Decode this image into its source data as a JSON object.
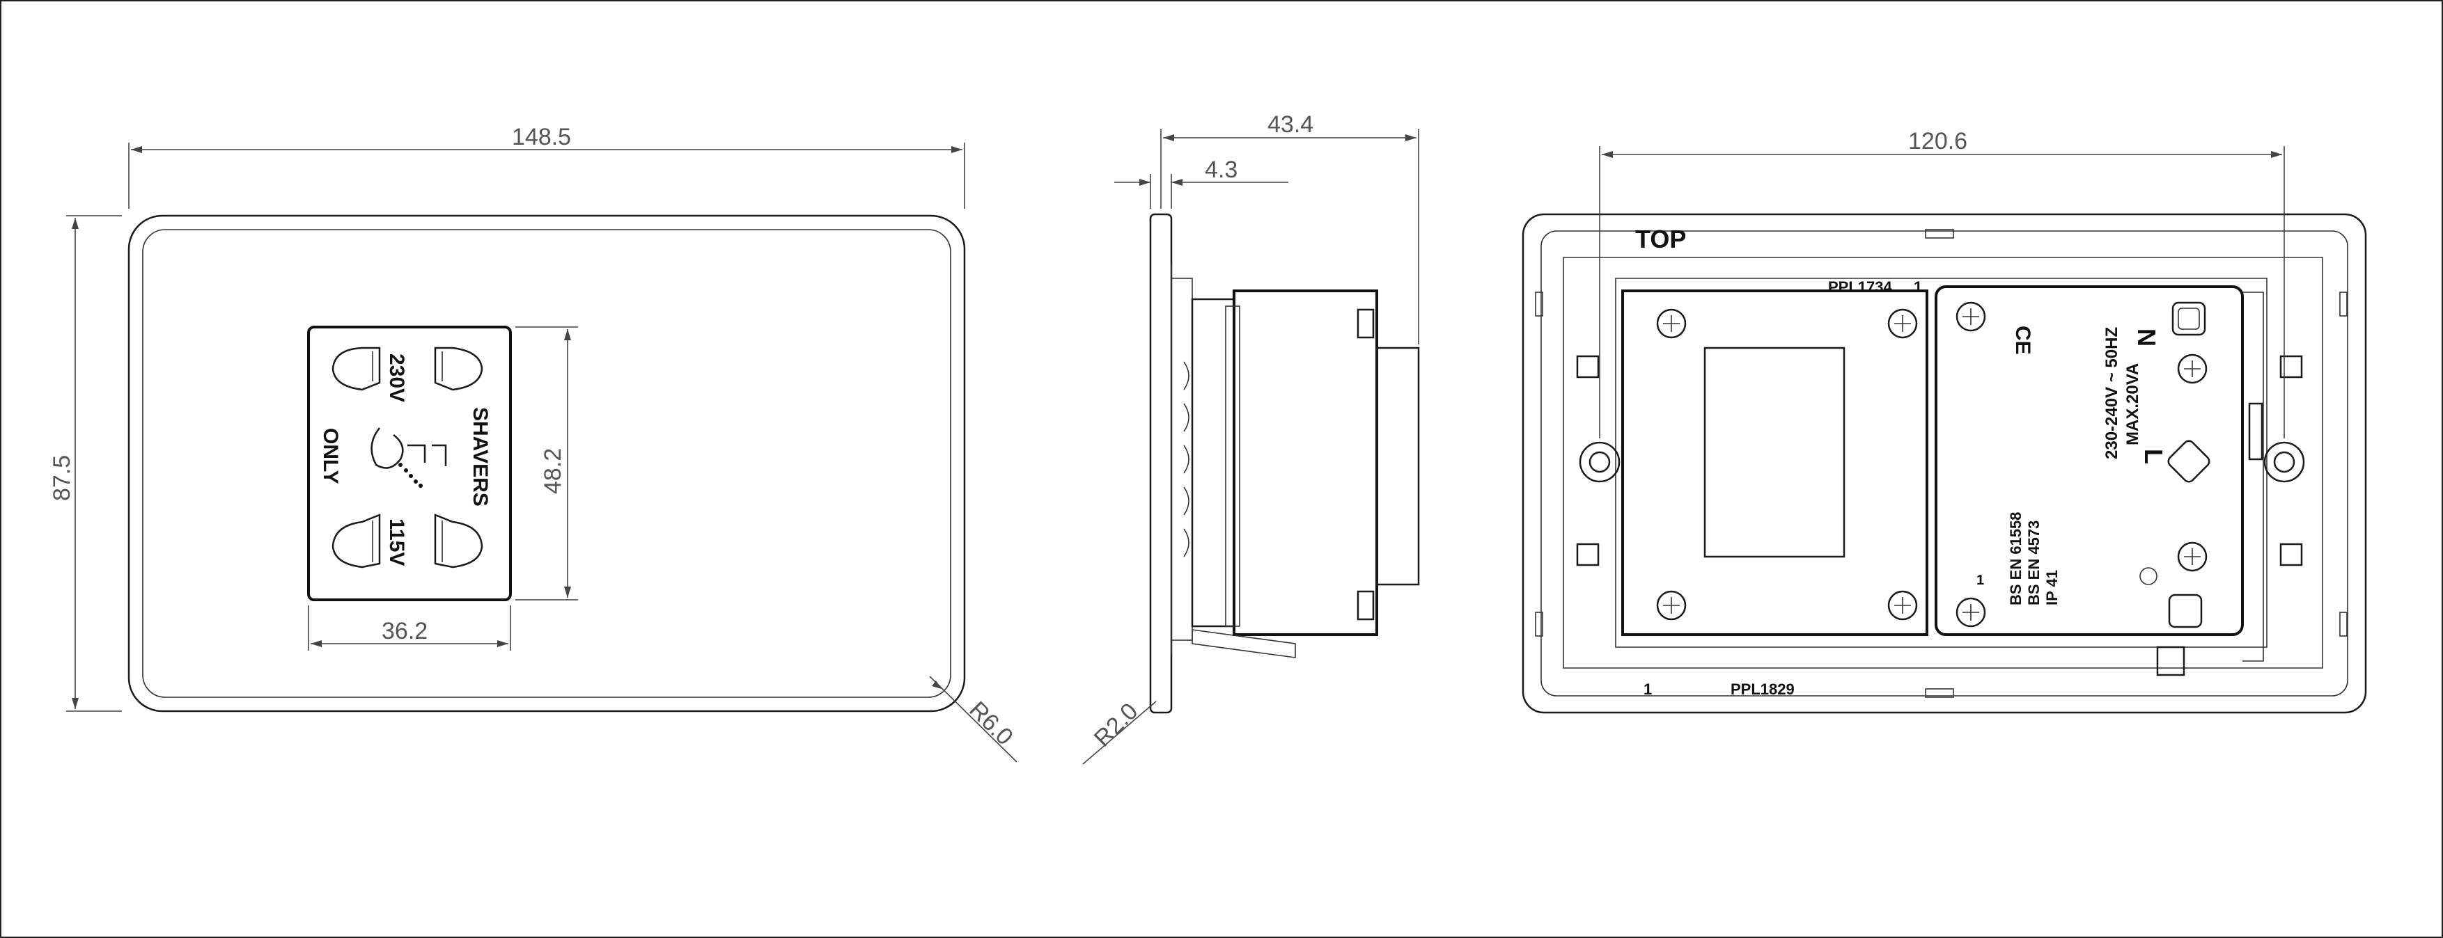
{
  "front_view": {
    "dim_width": "148.5",
    "dim_height": "87.5",
    "dim_socket_width": "36.2",
    "dim_socket_height": "48.2",
    "dim_radius": "R6.0",
    "socket_text_shavers": "SHAVERS",
    "socket_text_only": "ONLY",
    "socket_text_230v": "230V",
    "socket_text_115v": "115V"
  },
  "side_view": {
    "dim_depth": "43.4",
    "dim_plate": "4.3",
    "dim_radius": "R2.0"
  },
  "rear_view": {
    "dim_width": "120.6",
    "top_label": "TOP",
    "ppl_upper": "PPL1734",
    "ppl_upper_num": "1",
    "ppl_lower": "PPL1829",
    "ppl_lower_num": "1",
    "rating_line1": "230-240V ~ 50HZ",
    "rating_line2": "MAX.20VA",
    "std_line1": "BS EN 61558",
    "std_line2": "BS EN 4573",
    "std_line3": "IP 41",
    "terminal_n": "N",
    "terminal_l": "L",
    "terminal_1": "1",
    "ce_mark": "CE"
  }
}
